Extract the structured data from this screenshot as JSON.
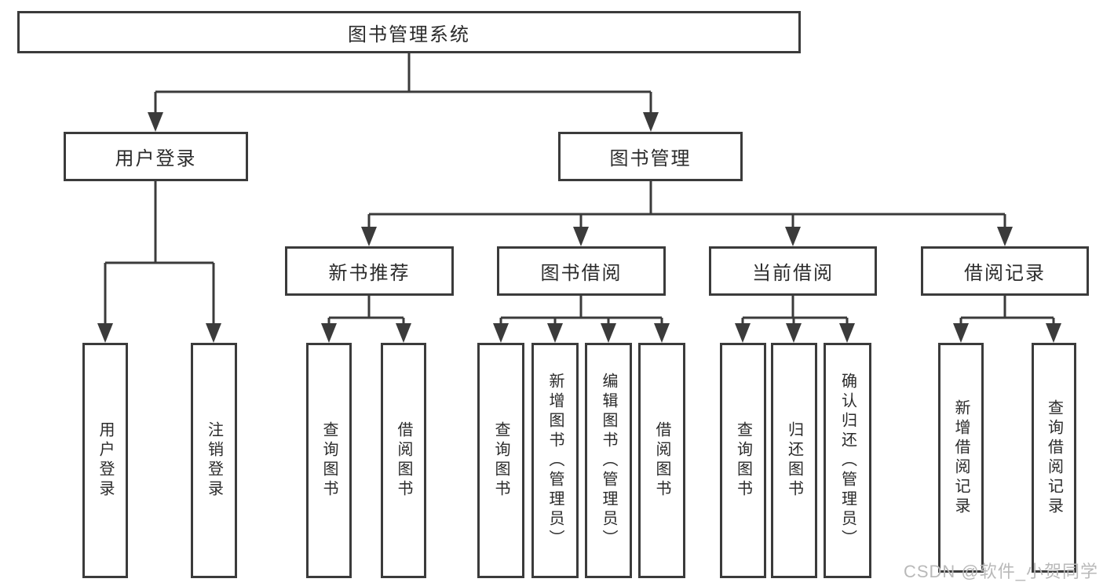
{
  "tree": {
    "label": "图书管理系统",
    "children": [
      {
        "label": "用户登录",
        "children": [
          {
            "label": "用户登录"
          },
          {
            "label": "注销登录"
          }
        ]
      },
      {
        "label": "图书管理",
        "children": [
          {
            "label": "新书推荐",
            "children": [
              {
                "label": "查询图书"
              },
              {
                "label": "借阅图书"
              }
            ]
          },
          {
            "label": "图书借阅",
            "children": [
              {
                "label": "查询图书"
              },
              {
                "label": "新增图书（管理员）"
              },
              {
                "label": "编辑图书（管理员）"
              },
              {
                "label": "借阅图书"
              }
            ]
          },
          {
            "label": "当前借阅",
            "children": [
              {
                "label": "查询图书"
              },
              {
                "label": "归还图书"
              },
              {
                "label": "确认归还（管理员）"
              }
            ]
          },
          {
            "label": "借阅记录",
            "children": [
              {
                "label": "新增借阅记录"
              },
              {
                "label": "查询借阅记录"
              }
            ]
          }
        ]
      }
    ]
  },
  "watermark": "CSDN @软件_小贺同学",
  "colors": {
    "line": "#3b3b3b",
    "text": "#2b2b2b",
    "background": "#ffffff",
    "watermark": "#b9b9b9"
  }
}
